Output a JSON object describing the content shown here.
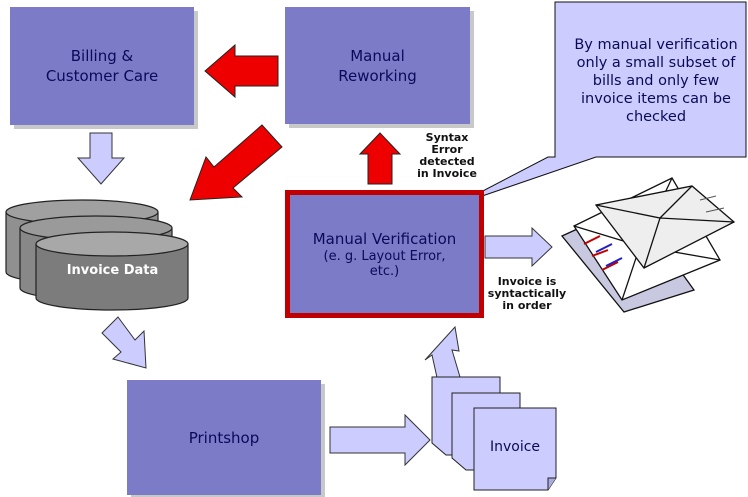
{
  "boxes": {
    "billing": "Billing &\nCustomer Care",
    "manual_reworking": "Manual\nReworking",
    "manual_verification_title": "Manual Verification",
    "manual_verification_sub": "(e. g. Layout Error,\netc.)",
    "printshop": "Printshop"
  },
  "callout": "By manual verification\nonly a small subset of\nbills and only few\ninvoice items can be\nchecked",
  "labels": {
    "syntax_error": "Syntax\nError\ndetected\nin Invoice",
    "syntactically_ok": "Invoice is\nsyntactically\nin order",
    "invoice_data": "Invoice Data",
    "invoice_doc": "Invoice"
  },
  "colors": {
    "box_fill": "#7b7bc8",
    "box_text": "#0a0a5a",
    "highlight_border": "#c00000",
    "red_arrow": "#ee0000",
    "light_arrow": "#ccccff",
    "database": "#808080"
  }
}
